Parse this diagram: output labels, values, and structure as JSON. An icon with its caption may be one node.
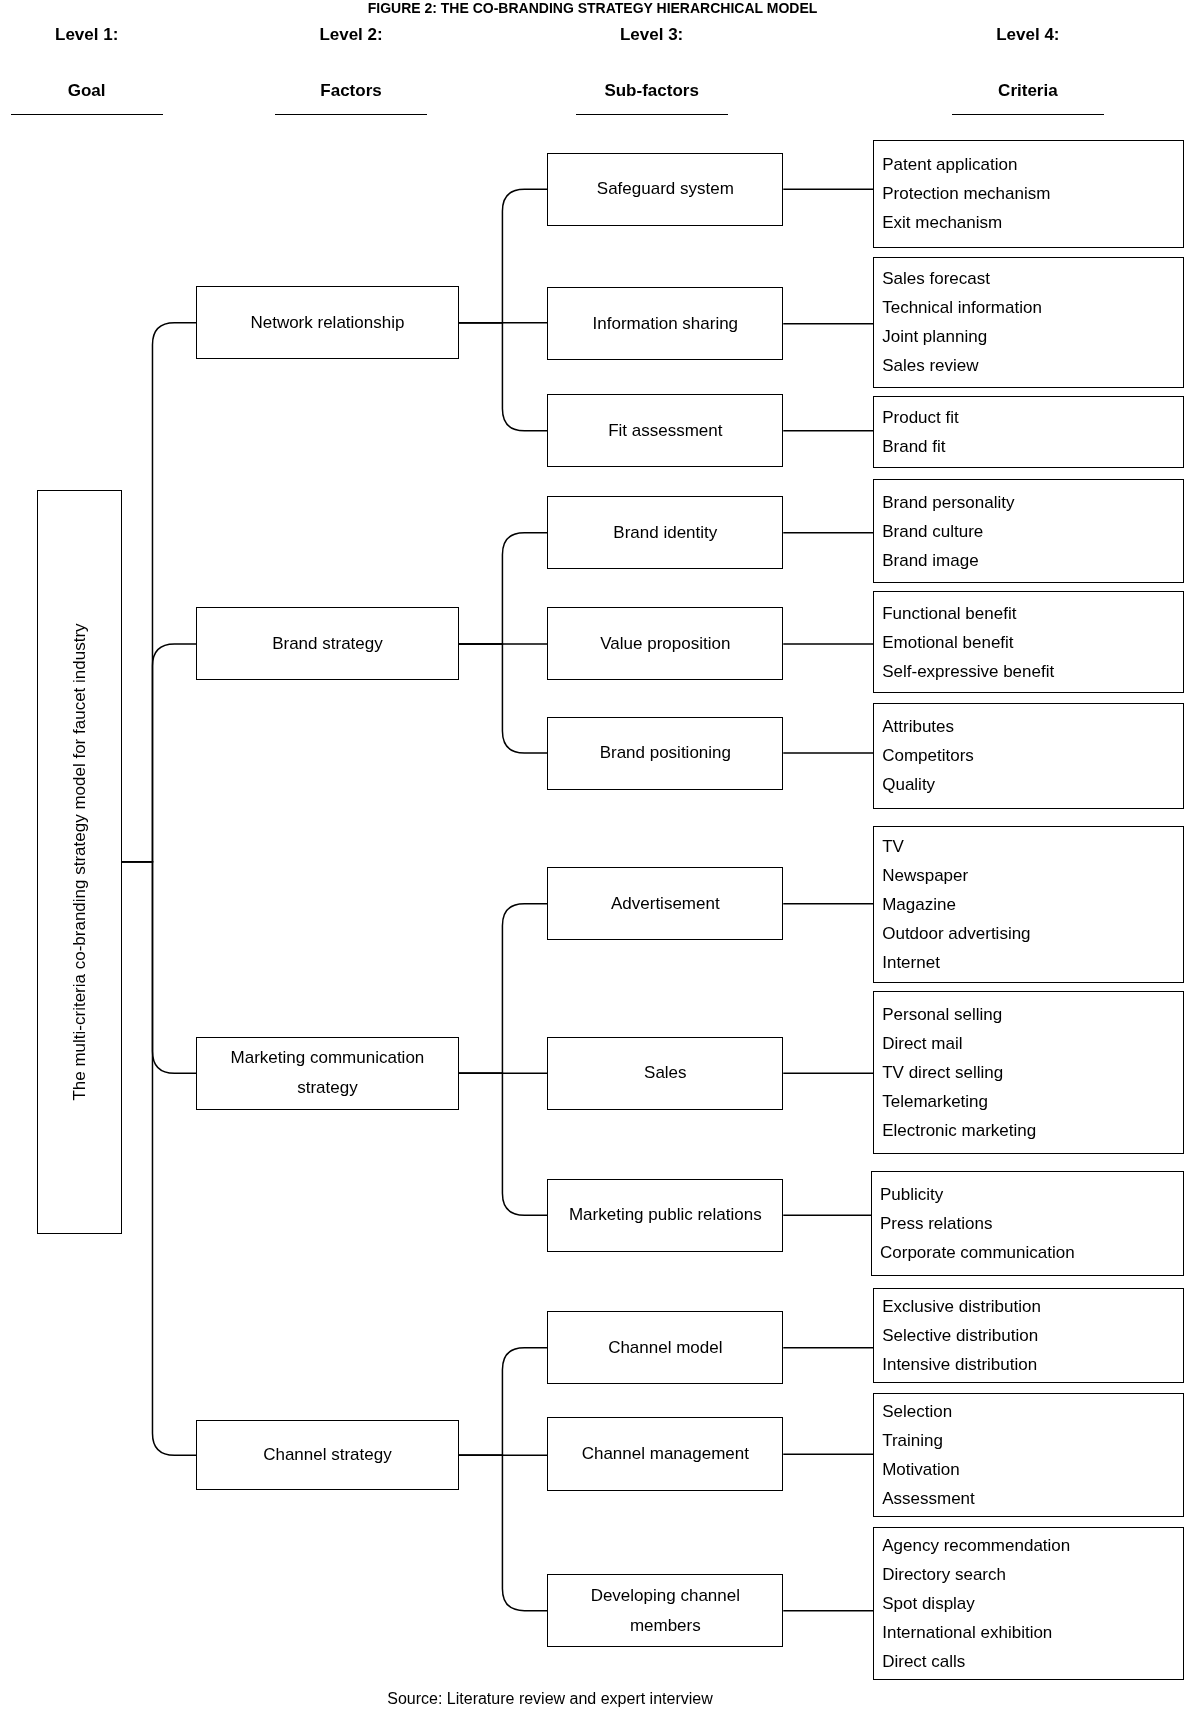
{
  "diagram": {
    "title": "FIGURE 2: THE CO-BRANDING STRATEGY HIERARCHICAL MODEL",
    "caption": "Source: Literature review and expert interview",
    "nodes": [
      {
        "text": [
          "The multi-criteria co-branding strategy model for faucet industry"
        ]
      },
      {
        "text": [
          "Network relationship"
        ]
      },
      {
        "text": [
          "Brand strategy"
        ]
      },
      {
        "text": [
          "Marketing communication strategy"
        ]
      },
      {
        "text": [
          "Channel strategy"
        ]
      },
      {
        "text": [
          "Safeguard system"
        ]
      },
      {
        "text": [
          "Information sharing"
        ]
      },
      {
        "text": [
          "Fit assessment"
        ]
      },
      {
        "text": [
          "Brand identity"
        ]
      },
      {
        "text": [
          "Value proposition"
        ]
      },
      {
        "text": [
          "Brand positioning"
        ]
      },
      {
        "text": [
          "Advertisement"
        ]
      },
      {
        "text": [
          "Sales"
        ]
      },
      {
        "text": [
          "Marketing public relations"
        ]
      },
      {
        "text": [
          "Channel model"
        ]
      },
      {
        "text": [
          "Channel management"
        ]
      },
      {
        "text": [
          "Developing channel members"
        ]
      },
      {
        "text": [
          "Patent application",
          "Protection mechanism",
          "Exit mechanism"
        ]
      },
      {
        "text": [
          "Sales forecast",
          "Technical information",
          "Joint planning",
          "Sales review"
        ]
      },
      {
        "text": [
          "Product fit",
          "Brand fit"
        ]
      },
      {
        "text": [
          "Brand personality",
          "Brand culture",
          "Brand image"
        ]
      },
      {
        "text": [
          "Functional benefit",
          "Emotional benefit",
          "Self-expressive benefit"
        ]
      },
      {
        "text": [
          "Attributes",
          "Competitors",
          "Quality"
        ]
      },
      {
        "text": [
          "TV",
          "Newspaper",
          "Magazine",
          "Outdoor advertising",
          "Internet"
        ]
      },
      {
        "text": [
          "Personal selling",
          "Direct mail",
          "TV direct selling",
          "Telemarketing",
          "Electronic marketing"
        ]
      },
      {
        "text": [
          "Publicity",
          "Press relations",
          "Corporate communication"
        ]
      },
      {
        "text": [
          "Exclusive distribution",
          "Selective distribution",
          "Intensive distribution"
        ]
      },
      {
        "text": [
          "Selection",
          "Training",
          "Motivation",
          "Assessment"
        ]
      },
      {
        "text": [
          "Agency recommendation",
          "Directory search",
          "Spot display",
          "International exhibition",
          "Direct calls"
        ]
      }
    ],
    "edges": [
      {
        "from": 0,
        "to": 1,
        "arrow": "none"
      },
      {
        "from": 0,
        "to": 2,
        "arrow": "none"
      },
      {
        "from": 0,
        "to": 3,
        "arrow": "none"
      },
      {
        "from": 0,
        "to": 4,
        "arrow": "none"
      },
      {
        "from": 1,
        "to": 5,
        "arrow": "none"
      },
      {
        "from": 1,
        "to": 6,
        "arrow": "none"
      },
      {
        "from": 1,
        "to": 7,
        "arrow": "none"
      },
      {
        "from": 2,
        "to": 8,
        "arrow": "none"
      },
      {
        "from": 2,
        "to": 9,
        "arrow": "none"
      },
      {
        "from": 2,
        "to": 10,
        "arrow": "none"
      },
      {
        "from": 3,
        "to": 11,
        "arrow": "none"
      },
      {
        "from": 3,
        "to": 12,
        "arrow": "none"
      },
      {
        "from": 3,
        "to": 13,
        "arrow": "none"
      },
      {
        "from": 4,
        "to": 14,
        "arrow": "none"
      },
      {
        "from": 4,
        "to": 15,
        "arrow": "none"
      },
      {
        "from": 4,
        "to": 16,
        "arrow": "none"
      },
      {
        "from": 5,
        "to": 17,
        "arrow": "none"
      },
      {
        "from": 6,
        "to": 18,
        "arrow": "none"
      },
      {
        "from": 7,
        "to": 19,
        "arrow": "none"
      },
      {
        "from": 8,
        "to": 20,
        "arrow": "none"
      },
      {
        "from": 9,
        "to": 21,
        "arrow": "none"
      },
      {
        "from": 10,
        "to": 22,
        "arrow": "none"
      },
      {
        "from": 11,
        "to": 23,
        "arrow": "none"
      },
      {
        "from": 12,
        "to": 24,
        "arrow": "none"
      },
      {
        "from": 13,
        "to": 25,
        "arrow": "none"
      },
      {
        "from": 14,
        "to": 26,
        "arrow": "none"
      },
      {
        "from": 15,
        "to": 27,
        "arrow": "none"
      },
      {
        "from": 16,
        "to": 28,
        "arrow": "none"
      }
    ],
    "labels": [
      "Level 1:",
      "Level 2:",
      "Level 3:",
      "Level 4:",
      "Goal",
      "Factors",
      "Sub-factors",
      "Criteria"
    ]
  }
}
